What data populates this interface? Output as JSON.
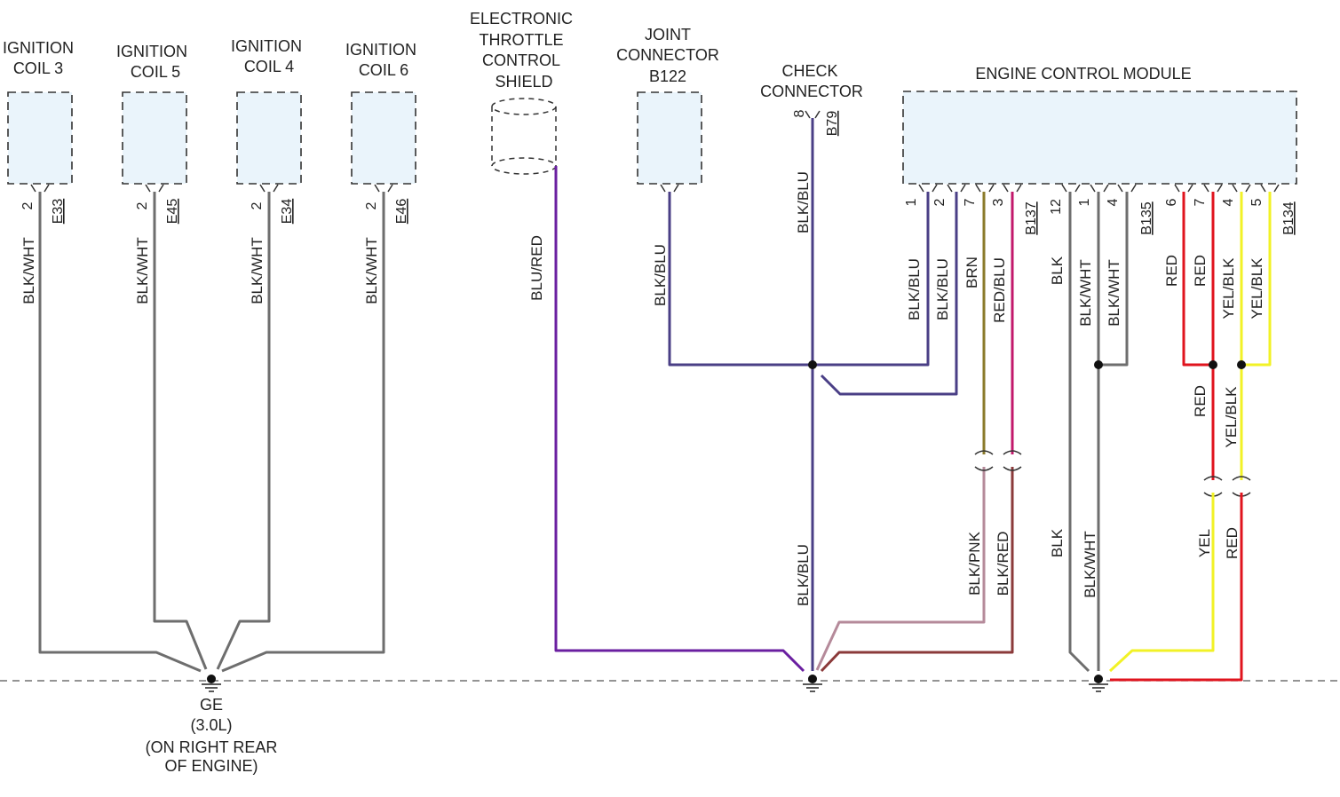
{
  "colors": {
    "gray": "#6e6e6e",
    "blk_blu": "#4a3f86",
    "blu_red": "#6a1fa0",
    "brn": "#8a7a2a",
    "red_blu": "#c2186b",
    "blk_pnk": "#b58a9a",
    "blk_red": "#8b3a3a",
    "red": "#e0141e",
    "yellow": "#f2f226",
    "box_fill": "#eaf4fb"
  },
  "components": {
    "coil3": [
      "IGNITION",
      "COIL 3"
    ],
    "coil5": [
      "IGNITION",
      "COIL 5"
    ],
    "coil4": [
      "IGNITION",
      "COIL 4"
    ],
    "coil6": [
      "IGNITION",
      "COIL 6"
    ],
    "etc_shield": [
      "ELECTRONIC",
      "THROTTLE",
      "CONTROL",
      "SHIELD"
    ],
    "joint": [
      "JOINT",
      "CONNECTOR",
      "B122"
    ],
    "check": [
      "CHECK",
      "CONNECTOR"
    ],
    "ecm": "ENGINE CONTROL MODULE"
  },
  "connectors": {
    "coil3": "E33",
    "coil5": "E45",
    "coil4": "E34",
    "coil6": "E46",
    "check": "B79",
    "ecm_b137": "B137",
    "ecm_b135": "B135",
    "ecm_b134": "B134"
  },
  "pins": {
    "coil3": "2",
    "coil5": "2",
    "coil4": "2",
    "coil6": "2",
    "check": "8",
    "ecm_b137": [
      "1",
      "2",
      "7",
      "3"
    ],
    "ecm_b135": [
      "12",
      "1",
      "4"
    ],
    "ecm_b134": [
      "6",
      "7",
      "4",
      "5"
    ]
  },
  "wires": {
    "coil3": "BLK/WHT",
    "coil5": "BLK/WHT",
    "coil4": "BLK/WHT",
    "coil6": "BLK/WHT",
    "shield": "BLU/RED",
    "joint": "BLK/BLU",
    "check_top": "BLK/BLU",
    "check_bottom": "BLK/BLU",
    "b137_1": "BLK/BLU",
    "b137_2": "BLK/BLU",
    "b137_7": "BRN",
    "b137_3": "RED/BLU",
    "b137_7_lower": "BLK/PNK",
    "b137_3_lower": "BLK/RED",
    "b135_12": "BLK",
    "b135_1": "BLK/WHT",
    "b135_4": "BLK/WHT",
    "b135_12_lower": "BLK",
    "b135_1_lower": "BLK/WHT",
    "b134_6": "RED",
    "b134_7": "RED",
    "b134_4": "YEL/BLK",
    "b134_5": "YEL/BLK",
    "red_mid": "RED",
    "yelblk_mid": "YEL/BLK",
    "yel_lower": "YEL",
    "red_lower": "RED"
  },
  "ground": {
    "name": "GE",
    "variant": "(3.0L)",
    "location": [
      "(ON RIGHT REAR",
      "OF ENGINE)"
    ]
  }
}
